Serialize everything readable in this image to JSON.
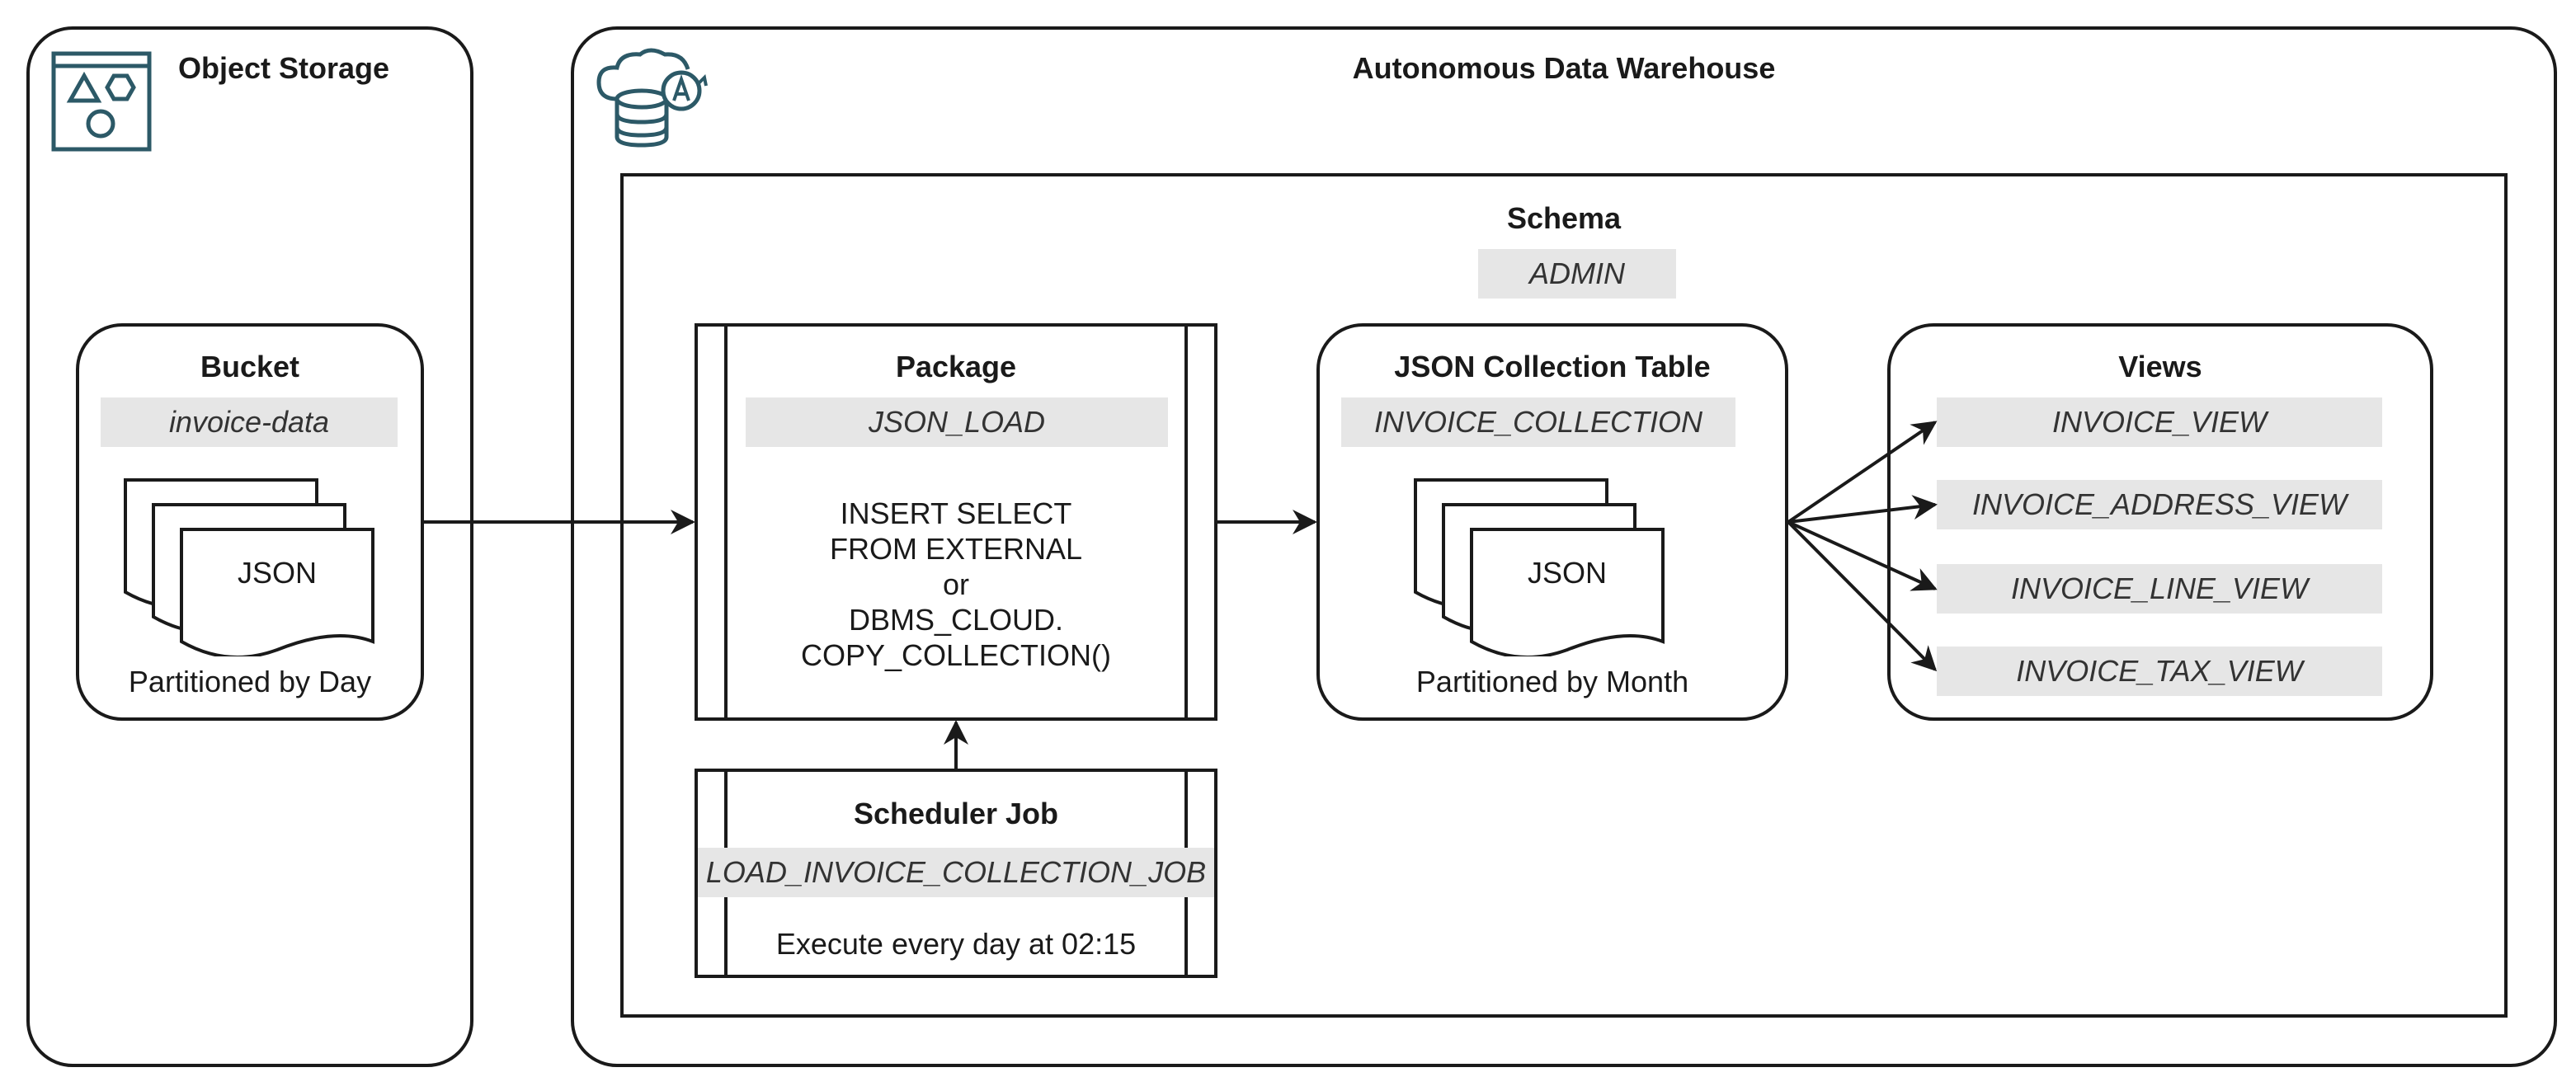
{
  "object_storage": {
    "title": "Object Storage",
    "icon": "object-storage-icon",
    "bucket": {
      "title": "Bucket",
      "name": "invoice-data",
      "doc_label": "JSON",
      "caption": "Partitioned by Day"
    }
  },
  "adw": {
    "title": "Autonomous Data Warehouse",
    "icon": "autonomous-database-icon",
    "schema": {
      "title": "Schema",
      "name": "ADMIN",
      "package": {
        "title": "Package",
        "name": "JSON_LOAD",
        "body": [
          "INSERT SELECT",
          "FROM EXTERNAL",
          "or",
          "DBMS_CLOUD.",
          "COPY_COLLECTION()"
        ]
      },
      "scheduler_job": {
        "title": "Scheduler Job",
        "name": "LOAD_INVOICE_COLLECTION_JOB",
        "caption": "Execute every day at 02:15"
      },
      "collection_table": {
        "title": "JSON Collection Table",
        "name": "INVOICE_COLLECTION",
        "doc_label": "JSON",
        "caption": "Partitioned by Month"
      },
      "views": {
        "title": "Views",
        "items": [
          "INVOICE_VIEW",
          "INVOICE_ADDRESS_VIEW",
          "INVOICE_LINE_VIEW",
          "INVOICE_TAX_VIEW"
        ]
      }
    }
  },
  "colors": {
    "stroke": "#1a1a1a",
    "tag_fill": "#e6e6e6",
    "icon": "#2c5967"
  }
}
